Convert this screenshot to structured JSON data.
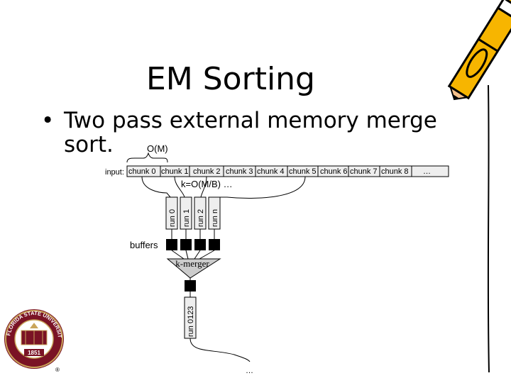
{
  "slide": {
    "title": "EM Sorting",
    "bullet_symbol": "•",
    "bullet_line1": "Two pass external memory merge",
    "bullet_line2": "sort."
  },
  "diagram": {
    "memory_label": "O(M)",
    "input_label": "input:",
    "chunks": [
      "chunk 0",
      "chunk 1",
      "chunk 2",
      "chunk 3",
      "chunk 4",
      "chunk 5",
      "chunk 6",
      "chunk 7",
      "chunk 8",
      "…"
    ],
    "k_label": "k=O(M/B) …",
    "runs": [
      "run 0",
      "run 1",
      "run 2",
      "run n"
    ],
    "buffers_label": "buffers",
    "merger_label": "k-merger",
    "output_run_label": "run 0123",
    "ellipsis": "…"
  },
  "logo": {
    "ring_text": "FLORIDA STATE UNIVERSITY",
    "year": "1851"
  }
}
